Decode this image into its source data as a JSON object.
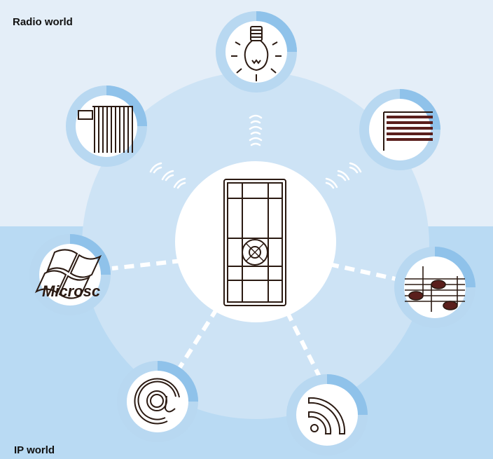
{
  "zones": {
    "radio_label": "Radio world",
    "ip_label": "IP world"
  },
  "logo_text": "Microsc",
  "colors": {
    "radio_bg": "#e4eef8",
    "ip_bg": "#b9daf3",
    "hub_disc": "#cde3f5",
    "ring_light": "#b8d8f1",
    "ring_dark": "#8fc2ea",
    "stroke": "#2b1a12",
    "center": "#ffffff"
  },
  "nodes": [
    {
      "id": "lightbulb",
      "icon": "lightbulb-icon",
      "world": "radio",
      "link": "wireless"
    },
    {
      "id": "blinds",
      "icon": "blinds-icon",
      "world": "radio",
      "link": "wireless"
    },
    {
      "id": "radiator",
      "icon": "radiator-icon",
      "world": "radio",
      "link": "wireless"
    },
    {
      "id": "windows",
      "icon": "windows-logo-icon",
      "world": "ip",
      "link": "wired"
    },
    {
      "id": "music",
      "icon": "music-notes-icon",
      "world": "ip",
      "link": "wired"
    },
    {
      "id": "email",
      "icon": "at-sign-icon",
      "world": "ip",
      "link": "wired"
    },
    {
      "id": "rss",
      "icon": "rss-feed-icon",
      "world": "ip",
      "link": "wired"
    }
  ],
  "center_device": "remote-control-icon"
}
